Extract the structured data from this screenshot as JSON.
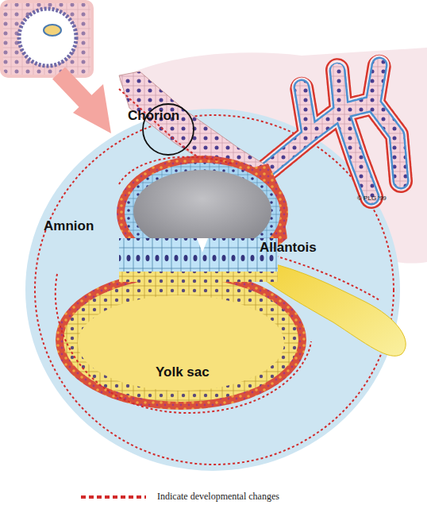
{
  "diagram": {
    "labels": [
      "Chorion",
      "Amnion",
      "Allantois",
      "Yolk sac",
      "© PLG '99"
    ],
    "legend": [
      {
        "text": "Indicate developmental changes"
      }
    ]
  }
}
